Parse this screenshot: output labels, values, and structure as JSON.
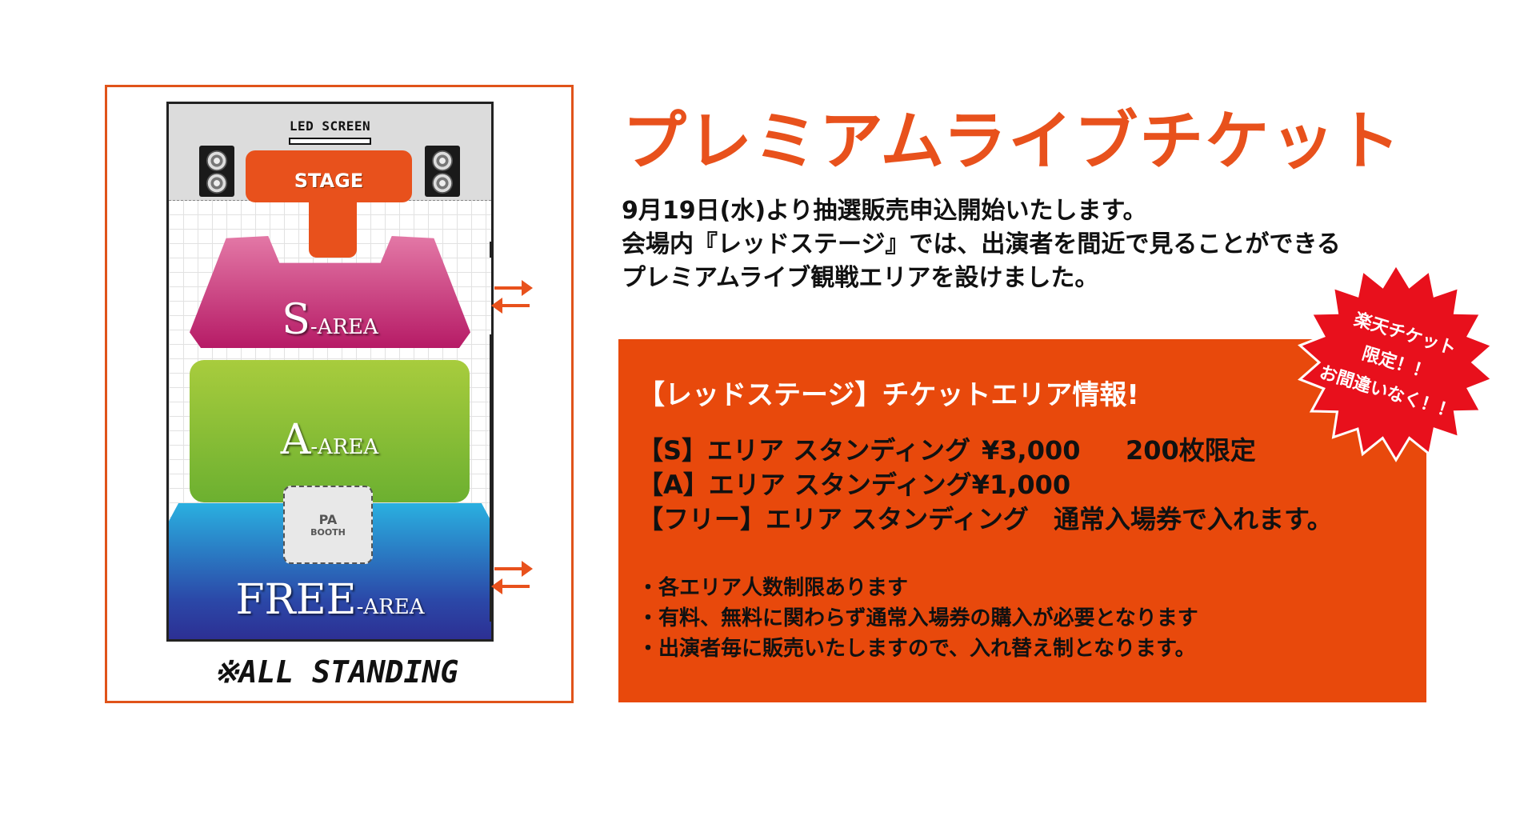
{
  "title": "プレミアムライブチケット",
  "intro": [
    "9月19日(水)より抽選販売申込開始いたします。",
    "会場内『レッドステージ』では、出演者を間近で見ることができる",
    "プレミアムライブ観戦エリアを設けました。"
  ],
  "badge": {
    "lines": [
      "楽天チケット",
      "限定！！",
      "お間違いなく！！"
    ],
    "color": "#e8101c"
  },
  "info": {
    "heading": "【レッドステージ】チケットエリア情報!",
    "prices": [
      {
        "name": "【S】エリア スタンディング",
        "price": "¥3,000",
        "note": "200枚限定"
      },
      {
        "name": "【A】エリア スタンディング",
        "price": "¥1,000",
        "note": ""
      },
      {
        "name": "【フリー】エリア スタンディング",
        "price": "",
        "note": "通常入場券で入れます。"
      }
    ],
    "notes": [
      "・各エリア人数制限あります",
      "・有料、無料に関わらず通常入場券の購入が必要となります",
      "・出演者毎に販売いたしますので、入れ替え制となります。"
    ],
    "bg_color": "#e8490c"
  },
  "map": {
    "led_screen": "LED SCREEN",
    "stage": "STAGE",
    "s_area": {
      "big": "S",
      "small": "-AREA"
    },
    "a_area": {
      "big": "A",
      "small": "-AREA"
    },
    "free_area": {
      "big": "FREE",
      "small": "-AREA"
    },
    "pa_booth": {
      "line1": "PA",
      "line2": "BOOTH"
    },
    "footer": "※ALL STANDING"
  },
  "colors": {
    "accent": "#e8511c",
    "s_area": "#c22a72",
    "a_area": "#8cbf36",
    "free_area": "#2b48a8"
  },
  "icons": [
    "speaker-icon",
    "exchange-arrows-icon"
  ]
}
